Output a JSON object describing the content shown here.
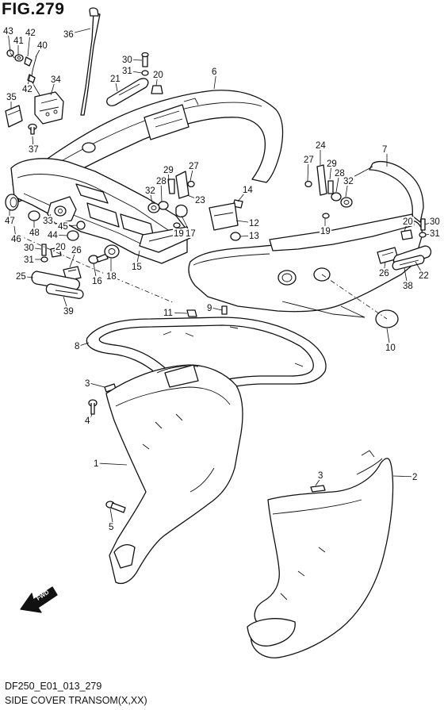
{
  "figure": {
    "title": "FIG.279"
  },
  "footer": {
    "code": "DF250_E01_013_279",
    "name": "SIDE COVER TRANSOM(X,XX)"
  },
  "direction_arrow": {
    "label": "FWD"
  },
  "callouts": [
    {
      "id": "c1",
      "label": "1"
    },
    {
      "id": "c2",
      "label": "2"
    },
    {
      "id": "c3a",
      "label": "3"
    },
    {
      "id": "c3b",
      "label": "3"
    },
    {
      "id": "c4",
      "label": "4"
    },
    {
      "id": "c5",
      "label": "5"
    },
    {
      "id": "c6",
      "label": "6"
    },
    {
      "id": "c7",
      "label": "7"
    },
    {
      "id": "c8",
      "label": "8"
    },
    {
      "id": "c9",
      "label": "9"
    },
    {
      "id": "c10",
      "label": "10"
    },
    {
      "id": "c11",
      "label": "11"
    },
    {
      "id": "c12",
      "label": "12"
    },
    {
      "id": "c13",
      "label": "13"
    },
    {
      "id": "c14",
      "label": "14"
    },
    {
      "id": "c15",
      "label": "15"
    },
    {
      "id": "c16",
      "label": "16"
    },
    {
      "id": "c17",
      "label": "17"
    },
    {
      "id": "c18",
      "label": "18"
    },
    {
      "id": "c19a",
      "label": "19"
    },
    {
      "id": "c19b",
      "label": "19"
    },
    {
      "id": "c20a",
      "label": "20"
    },
    {
      "id": "c20b",
      "label": "20"
    },
    {
      "id": "c20c",
      "label": "20"
    },
    {
      "id": "c21",
      "label": "21"
    },
    {
      "id": "c22",
      "label": "22"
    },
    {
      "id": "c23",
      "label": "23"
    },
    {
      "id": "c24",
      "label": "24"
    },
    {
      "id": "c25",
      "label": "25"
    },
    {
      "id": "c26a",
      "label": "26"
    },
    {
      "id": "c26b",
      "label": "26"
    },
    {
      "id": "c27a",
      "label": "27"
    },
    {
      "id": "c27b",
      "label": "27"
    },
    {
      "id": "c28a",
      "label": "28"
    },
    {
      "id": "c28b",
      "label": "28"
    },
    {
      "id": "c29a",
      "label": "29"
    },
    {
      "id": "c29b",
      "label": "29"
    },
    {
      "id": "c30a",
      "label": "30"
    },
    {
      "id": "c30b",
      "label": "30"
    },
    {
      "id": "c30c",
      "label": "30"
    },
    {
      "id": "c31a",
      "label": "31"
    },
    {
      "id": "c31b",
      "label": "31"
    },
    {
      "id": "c31c",
      "label": "31"
    },
    {
      "id": "c32a",
      "label": "32"
    },
    {
      "id": "c32b",
      "label": "32"
    },
    {
      "id": "c33",
      "label": "33"
    },
    {
      "id": "c34",
      "label": "34"
    },
    {
      "id": "c35",
      "label": "35"
    },
    {
      "id": "c36",
      "label": "36"
    },
    {
      "id": "c37",
      "label": "37"
    },
    {
      "id": "c38",
      "label": "38"
    },
    {
      "id": "c39",
      "label": "39"
    },
    {
      "id": "c40",
      "label": "40"
    },
    {
      "id": "c41",
      "label": "41"
    },
    {
      "id": "c42a",
      "label": "42"
    },
    {
      "id": "c42b",
      "label": "42"
    },
    {
      "id": "c43",
      "label": "43"
    },
    {
      "id": "c44",
      "label": "44"
    },
    {
      "id": "c45",
      "label": "45"
    },
    {
      "id": "c46",
      "label": "46"
    },
    {
      "id": "c47",
      "label": "47"
    },
    {
      "id": "c48",
      "label": "48"
    }
  ]
}
